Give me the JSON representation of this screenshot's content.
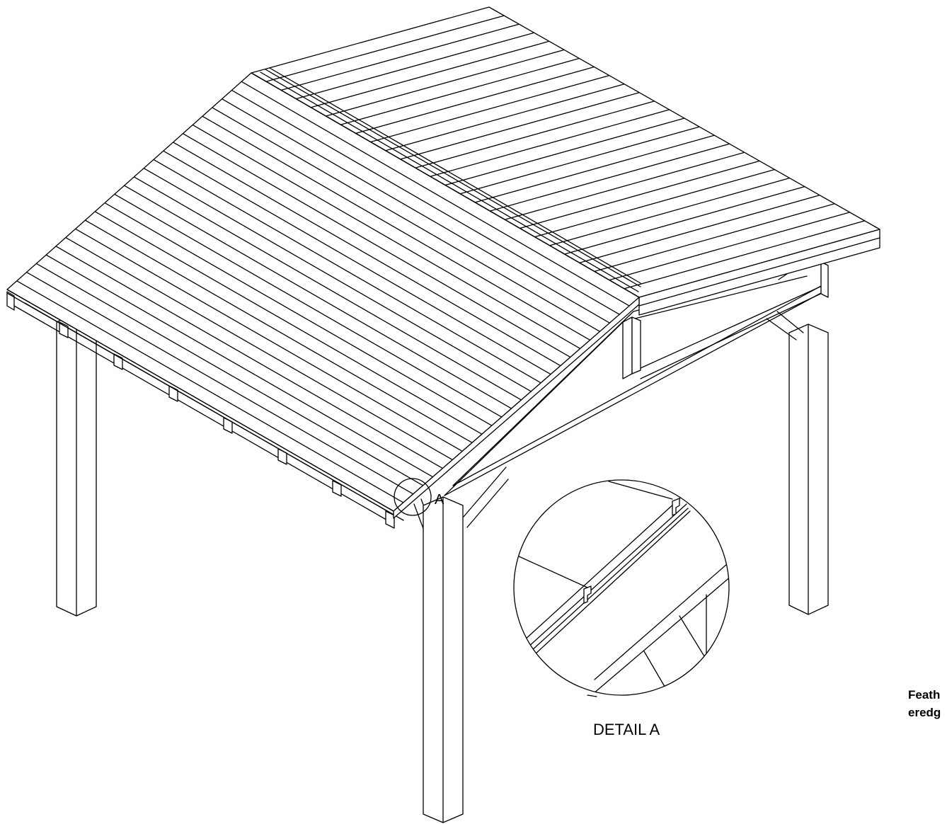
{
  "drawing": {
    "callout_label": "A",
    "detail_label": "DETAIL A",
    "side_text_line1": "Feath",
    "side_text_line2": "eredg"
  },
  "colors": {
    "line": "#000000",
    "background": "#ffffff"
  }
}
